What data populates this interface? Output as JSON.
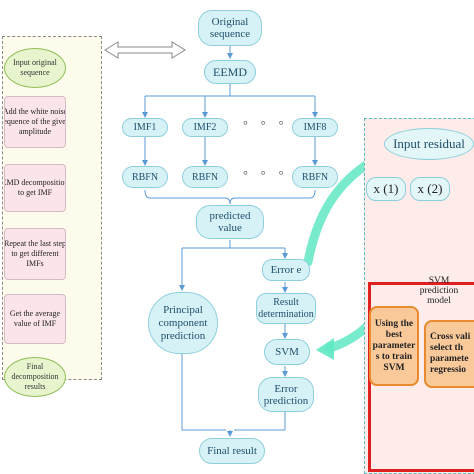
{
  "left_steps": [
    "Input original sequence",
    "Add the white noise sequence of the given amplitude",
    "EMD decomposition to get IMF",
    "Repeat the last step to get different IMFs",
    "Get the average value of IMF",
    "Final decomposition results"
  ],
  "left_step_lines": [
    [
      "Input original",
      "sequence"
    ],
    [
      "Add the white noise",
      "sequence of the given",
      "amplitude"
    ],
    [
      "EMD decomposition",
      "to get IMF"
    ],
    [
      "Repeat the last step",
      "to get  different",
      "IMFs"
    ],
    [
      "Get the average",
      "value of IMF"
    ],
    [
      "Final decomposition",
      "results"
    ]
  ],
  "top": {
    "original": [
      "Original",
      "sequence"
    ],
    "eemd": "EEMD"
  },
  "imfs": [
    "IMF1",
    "IMF2",
    "IMF8"
  ],
  "rbfns": [
    "RBFN",
    "RBFN",
    "RBFN"
  ],
  "ellipsis": "° ° °",
  "predicted": [
    "predicted",
    "value"
  ],
  "principal": [
    "Principal",
    "component",
    "prediction"
  ],
  "error_e": "Error e",
  "result_det": [
    "Result",
    "determination"
  ],
  "svm": "SVM",
  "error_pred": [
    "Error",
    "prediction"
  ],
  "final_result": "Final result",
  "right": {
    "input_residual": "Input residual",
    "x_labels": [
      "x (1)",
      "x (2)"
    ],
    "svm_model": [
      "SVM",
      "prediction",
      "model"
    ],
    "using_best": [
      "Using the",
      "best",
      "parameter",
      "s to train",
      "SVM"
    ],
    "cross_val": [
      "Cross vali",
      "select th",
      "paramete",
      "regressio"
    ]
  },
  "colors": {
    "left_panel": "#fdfbec",
    "left_box": "#fbe4ea",
    "green_oval": "#e7f4cd",
    "node_fill": "#d7f2f7",
    "node_text": "#1f4f6c",
    "arrow_blue": "#5b9bd5",
    "arrow_green": "#5fe8c3",
    "right_panel": "#fdecea",
    "red_frame": "#e02020",
    "orange_box": "#f9c99a",
    "svm_cylinder": "#f5d118"
  }
}
